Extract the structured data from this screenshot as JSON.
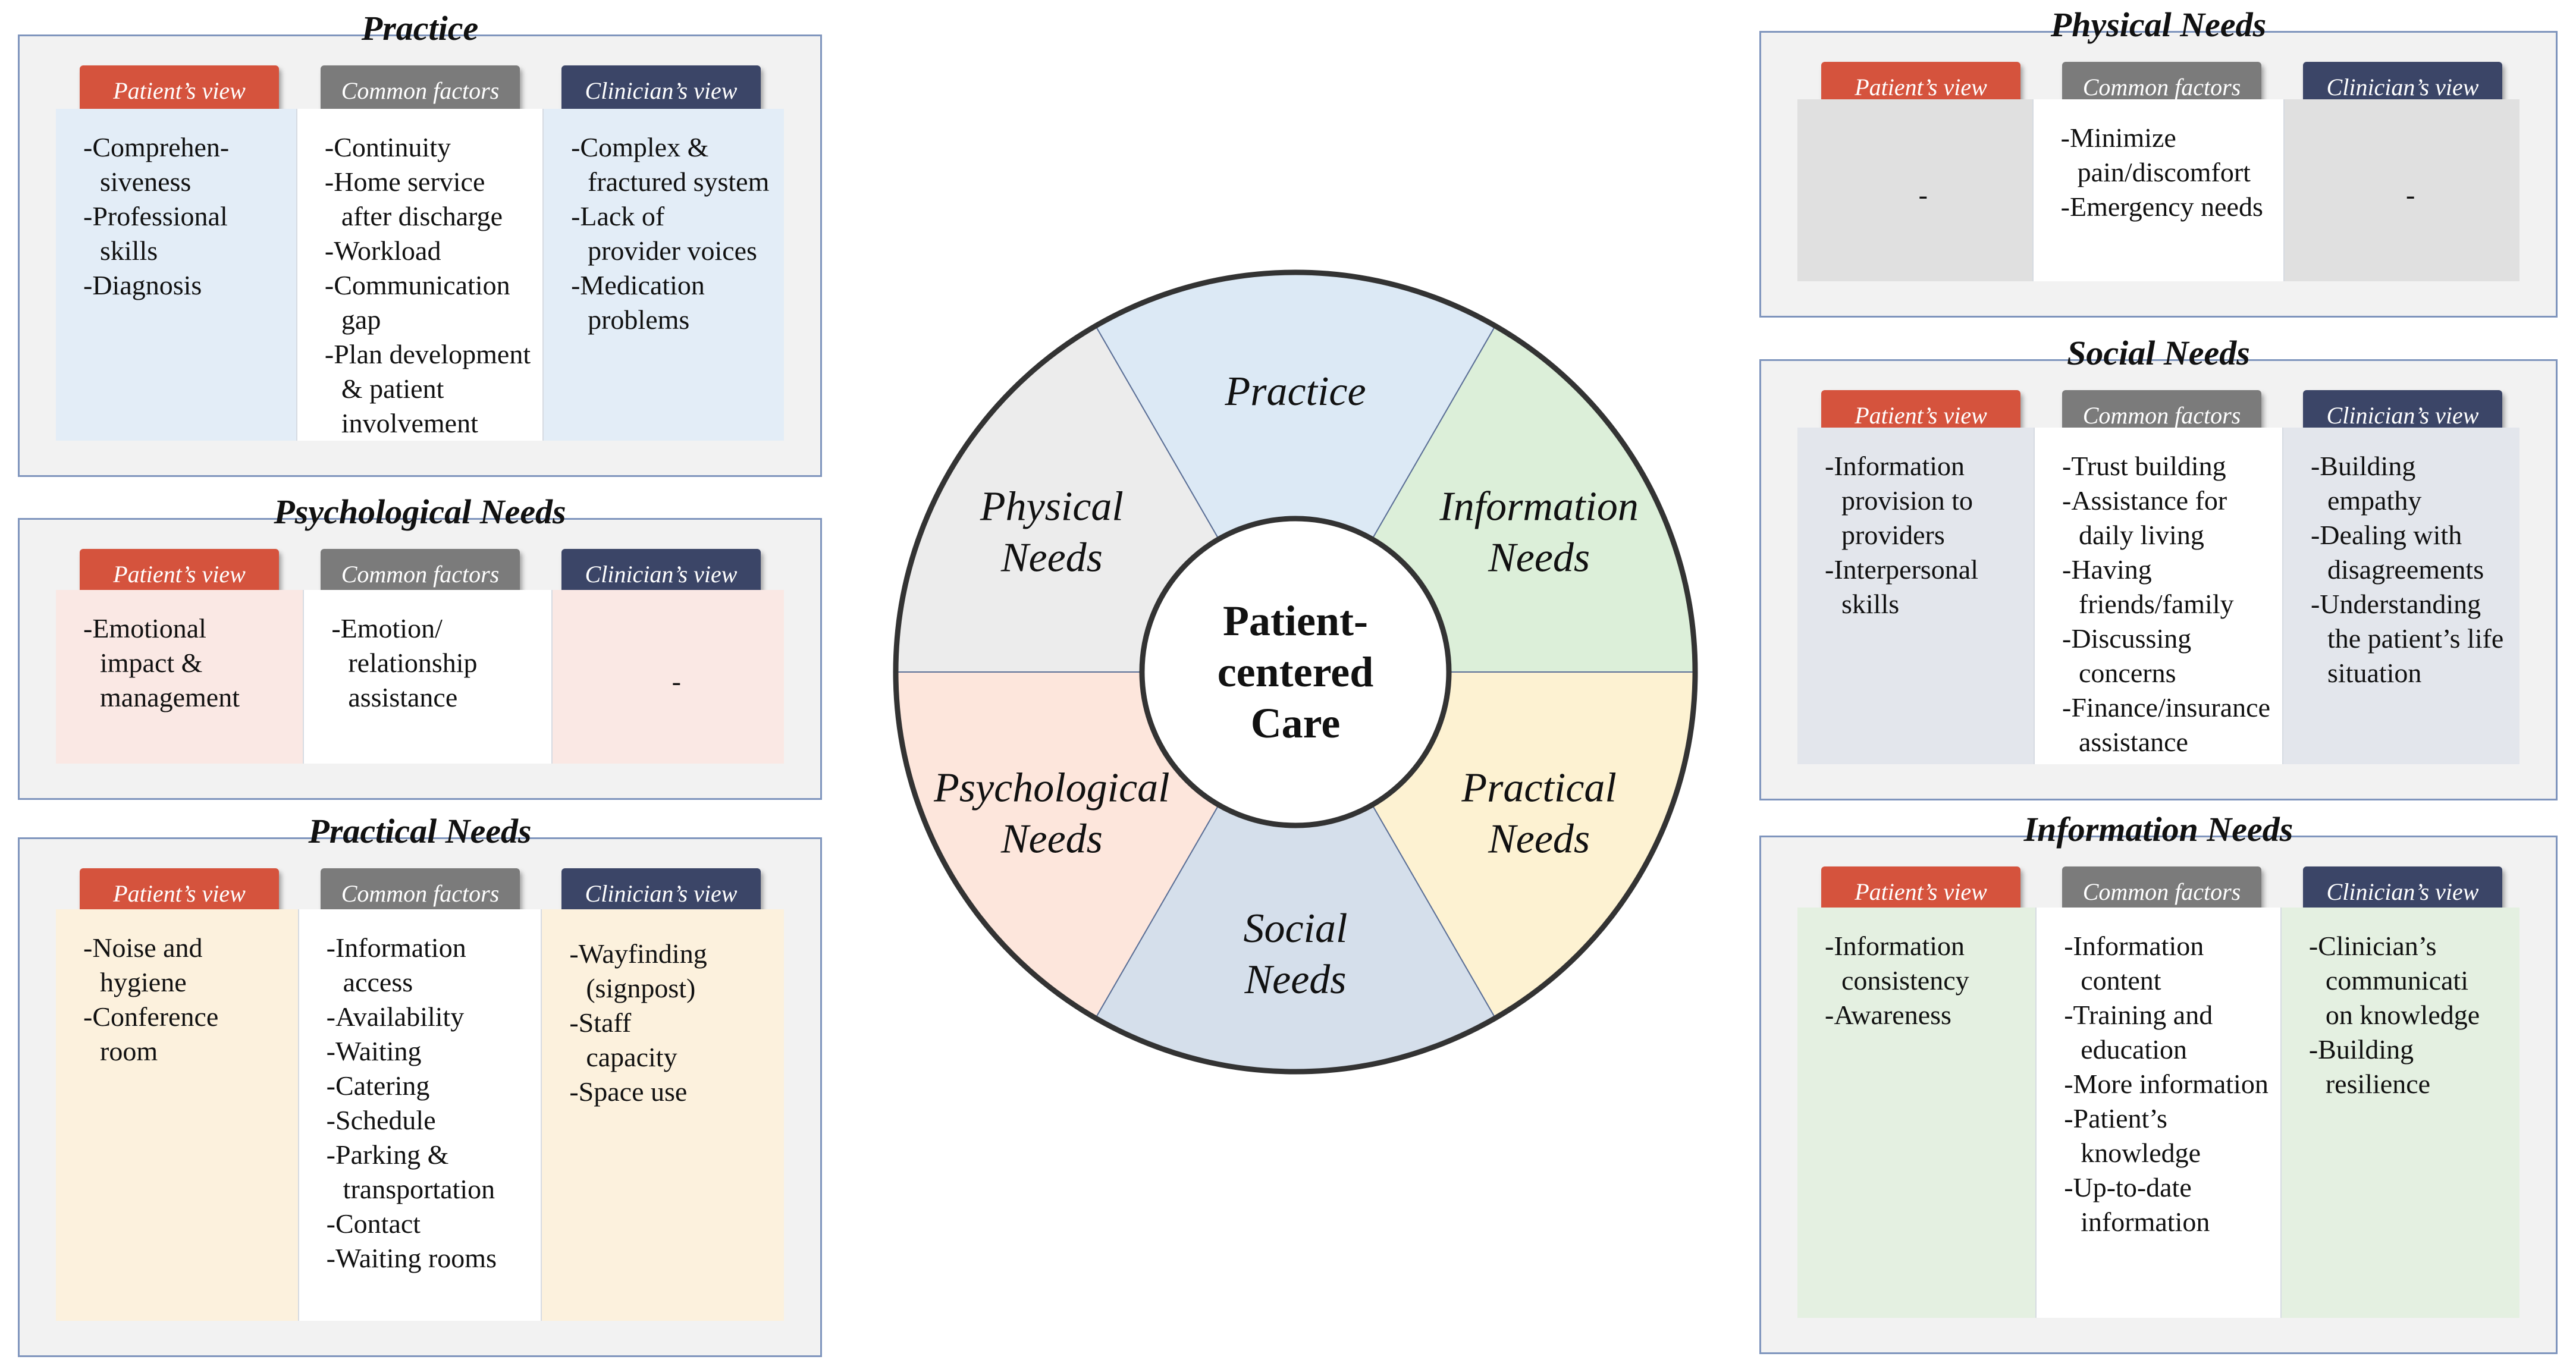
{
  "view_labels": {
    "patient": "Patient’s view",
    "common": "Common factors",
    "clinician": "Clinician’s view"
  },
  "wheel": {
    "center": [
      "Patient-",
      "centered",
      "Care"
    ],
    "segments": {
      "practice": [
        "Practice"
      ],
      "information": [
        "Information",
        "Needs"
      ],
      "practical": [
        "Practical",
        "Needs"
      ],
      "social": [
        "Social",
        "Needs"
      ],
      "psychological": [
        "Psychological",
        "Needs"
      ],
      "physical": [
        "Physical",
        "Needs"
      ]
    }
  },
  "colors": {
    "practice": "#dce9f5",
    "information": "#dcefd9",
    "practical": "#fdf2d2",
    "social": "#d5dfeb",
    "psychological": "#fde6dc",
    "physical": "#ececec",
    "patient_button": "#d5533d",
    "common_button": "#7b7b7b",
    "clinician_button": "#3b4567",
    "panel_border": "#7f95bd"
  },
  "panels": {
    "practice": {
      "title": "Practice",
      "patient": [
        "-Comprehen-",
        "siveness",
        "-Professional",
        "skills",
        "-Diagnosis"
      ],
      "common": [
        "-Continuity",
        "-Home service",
        "after discharge",
        "-Workload",
        "-Communication",
        "gap",
        "-Plan development",
        "& patient",
        "involvement"
      ],
      "clinician": [
        "-Complex &",
        "fractured system",
        "-Lack of",
        "provider voices",
        "-Medication",
        "problems"
      ]
    },
    "psychological": {
      "title": "Psychological Needs",
      "patient": [
        "-Emotional",
        "impact &",
        "management"
      ],
      "common": [
        "-Emotion/",
        "relationship",
        "assistance"
      ],
      "clinician": [
        "-"
      ]
    },
    "practical": {
      "title": "Practical Needs",
      "patient": [
        "-Noise and",
        "hygiene",
        "-Conference",
        "room"
      ],
      "common": [
        "-Information",
        "access",
        "-Availability",
        "-Waiting",
        "-Catering",
        "-Schedule",
        "-Parking &",
        "transportation",
        "-Contact",
        "-Waiting rooms"
      ],
      "clinician": [
        "-Wayfinding",
        "(signpost)",
        "-Staff",
        "capacity",
        "-Space use"
      ]
    },
    "physical": {
      "title": "Physical Needs",
      "patient": [
        "-"
      ],
      "common": [
        "-Minimize",
        "pain/discomfort",
        "-Emergency needs"
      ],
      "clinician": [
        "-"
      ]
    },
    "social": {
      "title": "Social Needs",
      "patient": [
        "-Information",
        "provision to",
        "providers",
        "-Interpersonal",
        "skills"
      ],
      "common": [
        "-Trust building",
        "-Assistance for",
        "daily living",
        "-Having",
        "friends/family",
        "-Discussing",
        "concerns",
        "-Finance/insurance",
        "assistance"
      ],
      "clinician": [
        "-Building",
        "empathy",
        "-Dealing with",
        "disagreements",
        "-Understanding",
        "the patient’s life",
        "situation"
      ]
    },
    "information": {
      "title": "Information Needs",
      "patient": [
        "-Information",
        "consistency",
        "-Awareness"
      ],
      "common": [
        "-Information",
        "content",
        "-Training and",
        "education",
        "-More information",
        "-Patient’s",
        "knowledge",
        "-Up-to-date",
        "information"
      ],
      "clinician": [
        "-Clinician’s",
        "communicati",
        "on knowledge",
        "-Building",
        "resilience"
      ]
    }
  }
}
